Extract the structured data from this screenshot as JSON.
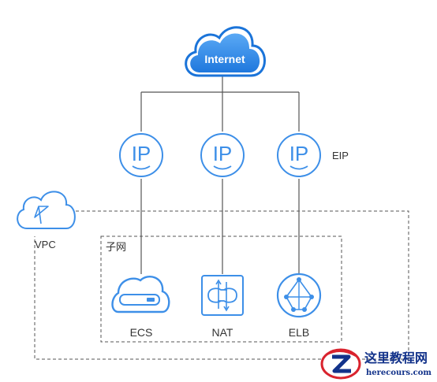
{
  "diagram": {
    "internet_label": "Internet",
    "ip_label": "IP",
    "eip_label": "EIP",
    "vpc_label": "VPC",
    "subnet_label": "子网",
    "services": [
      {
        "label": "ECS",
        "icon": "ecs-server-icon"
      },
      {
        "label": "NAT",
        "icon": "nat-gateway-icon"
      },
      {
        "label": "ELB",
        "icon": "elb-load-balancer-icon"
      }
    ]
  },
  "colors": {
    "accent": "#3d8fe8",
    "accent_dark": "#1b74d9",
    "line": "#555555",
    "dash": "#555555",
    "text": "#333333"
  },
  "watermark": {
    "title": "这里教程网",
    "url": "herecours.com"
  }
}
